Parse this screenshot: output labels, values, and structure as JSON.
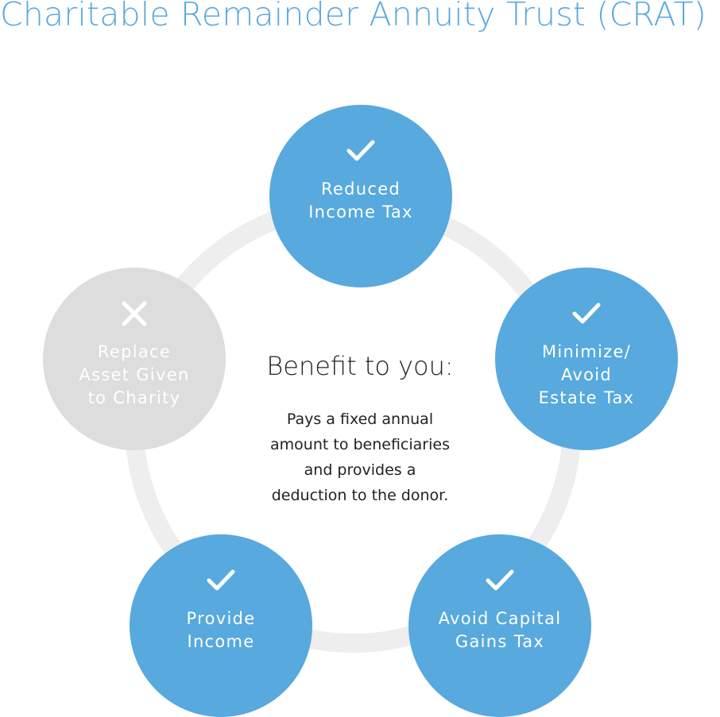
{
  "title": "Charitable Remainder Annuity Trust (CRAT)",
  "center": {
    "heading": "Benefit to you:",
    "description": "Pays a fixed annual\namount to beneficiaries\nand provides a\ndeduction to the donor."
  },
  "colors": {
    "title": "#5aa9dd",
    "active_node": "#57a9de",
    "inactive_node": "#dddddd",
    "ring": "#eeeeee",
    "text_dark": "#222222"
  },
  "benefits": [
    {
      "label": "Reduced\nIncome Tax",
      "icon": "check-icon",
      "active": true
    },
    {
      "label": "Minimize/\nAvoid\nEstate Tax",
      "icon": "check-icon",
      "active": true
    },
    {
      "label": "Avoid Capital\nGains Tax",
      "icon": "check-icon",
      "active": true
    },
    {
      "label": "Provide\nIncome",
      "icon": "check-icon",
      "active": true
    },
    {
      "label": "Replace\nAsset Given\nto Charity",
      "icon": "x-icon",
      "active": false
    }
  ]
}
